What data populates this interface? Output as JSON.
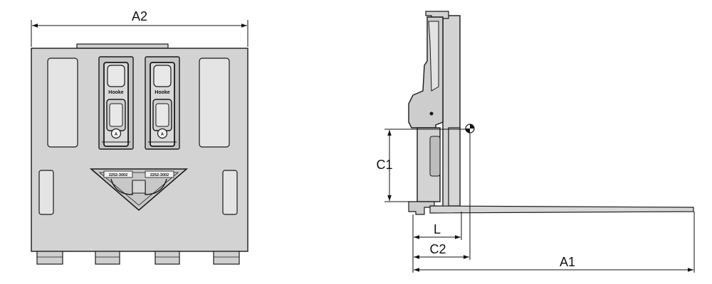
{
  "dimensions": {
    "a2": "A2",
    "c1": "C1",
    "l": "L",
    "c2": "C2",
    "a1": "A1"
  },
  "markings": {
    "brand_stamp": "Hooke",
    "model_tag": "2252-3002",
    "alpha_mark": "A"
  },
  "colors": {
    "body_fill": "#d3d3d3",
    "outline": "#1a1a1a",
    "slot_fill": "#e4e4e4",
    "background": "#ffffff"
  }
}
